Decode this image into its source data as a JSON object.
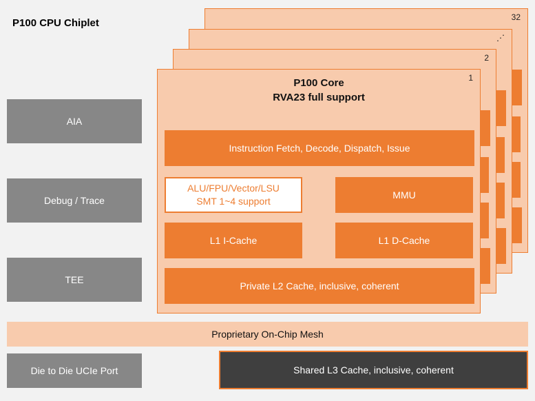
{
  "title": "P100 CPU Chiplet",
  "left_blocks": [
    {
      "label": "AIA"
    },
    {
      "label": "Debug / Trace"
    },
    {
      "label": "TEE"
    }
  ],
  "core_stack": {
    "card_numbers": {
      "back": "32",
      "dots": "⋰",
      "second": "2",
      "front": "1"
    },
    "core": {
      "title_line1": "P100 Core",
      "title_line2": "RVA23 full support",
      "fetch": "Instruction Fetch, Decode, Dispatch, Issue",
      "alu_line1": "ALU/FPU/Vector/LSU",
      "alu_line2": "SMT 1~4 support",
      "mmu": "MMU",
      "l1_icache": "L1 I-Cache",
      "l1_dcache": "L1 D-Cache",
      "l2": "Private L2 Cache, inclusive, coherent"
    }
  },
  "mesh_label": "Proprietary On-Chip Mesh",
  "bottom": {
    "ucie_label": "Die to Die UCIe Port",
    "l3_label": "Shared L3 Cache, inclusive, coherent"
  },
  "colors": {
    "orange": "#ed7d31",
    "peach": "#f8cbad",
    "gray": "#878787",
    "dark_gray": "#3f3f3f",
    "background": "#f2f2f2"
  }
}
